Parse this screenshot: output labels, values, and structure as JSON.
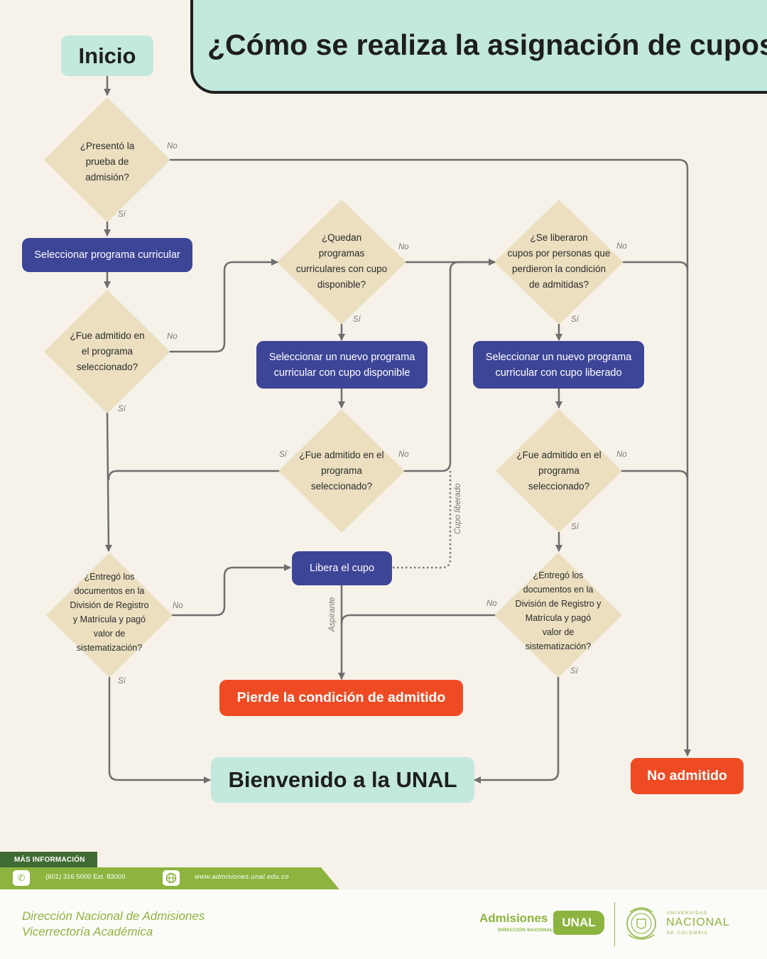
{
  "title": "¿Cómo se realiza la asignación de cupos?",
  "start": "Inicio",
  "decisions": {
    "d1": [
      "¿Presentó la",
      "prueba de",
      "admisión?"
    ],
    "d2": [
      "¿Fue admitido en",
      "el programa",
      "seleccionado?"
    ],
    "d3": [
      "¿Quedan",
      "programas",
      "curriculares con cupo",
      "disponible?"
    ],
    "d4": [
      "¿Fue admitido en el",
      "programa",
      "seleccionado?"
    ],
    "d5": [
      "¿Se liberaron",
      "cupos por personas que",
      "perdieron la condición",
      "de admitidas?"
    ],
    "d6": [
      "¿Fue admitido en el",
      "programa",
      "seleccionado?"
    ],
    "d7": [
      "¿Entregó los",
      "documentos en la",
      "División de Registro",
      "y Matrícula y pagó",
      "valor de",
      "sistematización?"
    ],
    "d8": [
      "¿Entregó los",
      "documentos en la",
      "División de Registro y",
      "Matrícula y pagó",
      "valor de",
      "sistematización?"
    ]
  },
  "processes": {
    "p1": "Seleccionar programa curricular",
    "p2": "Seleccionar un nuevo programa curricular con cupo disponible",
    "p3": "Seleccionar un nuevo programa curricular con cupo liberado",
    "p4": "Libera el cupo"
  },
  "outcomes": {
    "lose": "Pierde la condición de admitido",
    "welcome": "Bienvenido a la UNAL",
    "rejected": "No admitido"
  },
  "labels": {
    "yes": "Sí",
    "no": "No",
    "cupo_liberado": "Cupo liberado",
    "aspirante": "Aspirante"
  },
  "footer": {
    "info_label": "MÁS INFORMACIÓN",
    "phone": "(601) 316 5000 Ext. 83000",
    "website": "www.admisiones.unal.edu.co",
    "line1": "Dirección Nacional de Admisiones",
    "line2": "Vicerrectoría Académica",
    "brand_admisiones": "Admisiones",
    "brand_sub": "DIRECCIÓN NACIONAL",
    "brand_unal": "UNAL",
    "univ_top": "UNIVERSIDAD",
    "univ_name": "NACIONAL",
    "univ_bottom": "DE COLOMBIA"
  },
  "colors": {
    "background": "#f6f2ea",
    "mint": "#c3e8dd",
    "navy": "#3d4597",
    "diamond": "#ebdfc0",
    "red": "#ee4b24",
    "green": "#8db43f",
    "dark_green": "#3f6b32",
    "arrow": "#6e6e6e"
  },
  "icons": [
    "phone-icon",
    "globe-icon",
    "unal-seal-icon"
  ]
}
